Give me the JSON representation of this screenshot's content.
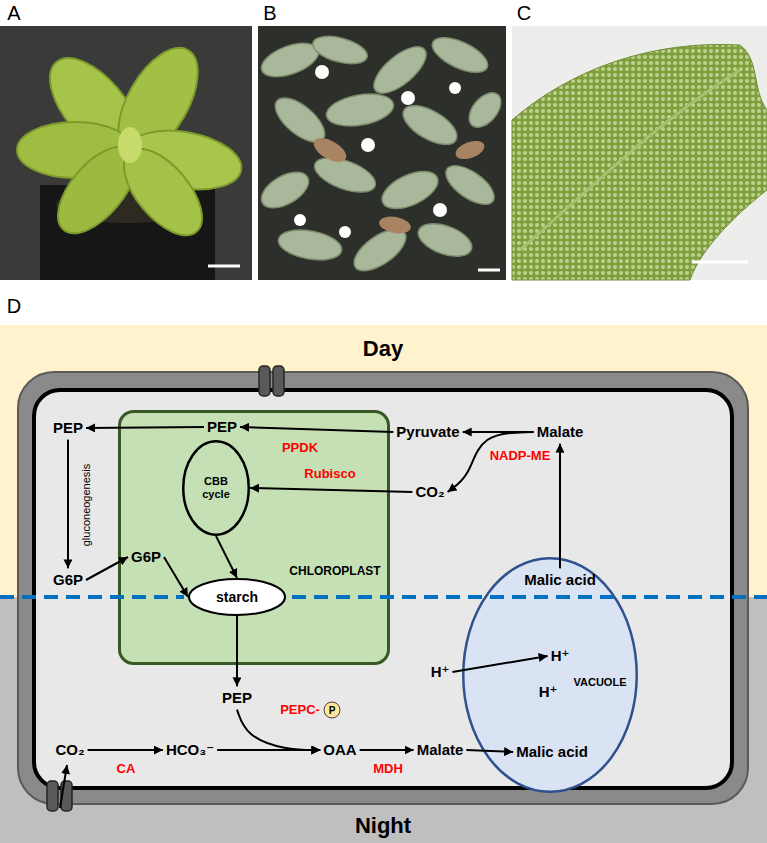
{
  "diagram": {
    "nodes": [
      {
        "text": [
          "Day"
        ]
      },
      {
        "text": [
          "Night"
        ]
      },
      {
        "text": [
          "CHLOROPLAST"
        ]
      },
      {
        "text": [
          "CBB cycle"
        ],
        "in": 2
      },
      {
        "text": [
          "starch"
        ],
        "in": 2
      },
      {
        "text": [
          "PEP"
        ],
        "in": 2
      },
      {
        "text": [
          "G6P"
        ],
        "in": 2
      },
      {
        "text": [
          "VACUOLE"
        ]
      },
      {
        "text": [
          "Malic acid"
        ],
        "in": 7
      },
      {
        "text": [
          "H⁺"
        ],
        "in": 7
      },
      {
        "text": [
          "H⁺"
        ],
        "in": 7
      },
      {
        "text": [
          "Malic acid"
        ],
        "in": 7
      },
      {
        "text": [
          "PEP"
        ],
        "in": 0
      },
      {
        "text": [
          "Pyruvate"
        ],
        "in": 0
      },
      {
        "text": [
          "Malate"
        ],
        "in": 0
      },
      {
        "text": [
          "CO₂"
        ],
        "in": 0
      },
      {
        "text": [
          "G6P"
        ],
        "in": 0
      },
      {
        "text": [
          "PEP"
        ],
        "in": 1
      },
      {
        "text": [
          "CO₂"
        ],
        "in": 1
      },
      {
        "text": [
          "HCO₃⁻"
        ],
        "in": 1
      },
      {
        "text": [
          "OAA"
        ],
        "in": 1
      },
      {
        "text": [
          "Malate"
        ],
        "in": 1
      },
      {
        "text": [
          "H⁺"
        ],
        "in": 1
      }
    ],
    "edges": [
      {
        "from": 14,
        "to": 13,
        "arrow": "to",
        "label": "NADP-ME"
      },
      {
        "from": 14,
        "to": 15,
        "arrow": "to"
      },
      {
        "from": 13,
        "to": 5,
        "arrow": "to",
        "label": "PPDK"
      },
      {
        "from": 5,
        "to": 12,
        "arrow": "to"
      },
      {
        "from": 15,
        "to": 3,
        "arrow": "to",
        "label": "Rubisco"
      },
      {
        "from": 3,
        "to": 4,
        "arrow": "to"
      },
      {
        "from": 12,
        "to": 16,
        "arrow": "to",
        "label": "gluconeogenesis"
      },
      {
        "from": 16,
        "to": 6,
        "arrow": "to"
      },
      {
        "from": 6,
        "to": 4,
        "arrow": "to"
      },
      {
        "from": 8,
        "to": 14,
        "arrow": "to"
      },
      {
        "from": 4,
        "to": 17,
        "arrow": "to"
      },
      {
        "from": 17,
        "to": 20,
        "arrow": "to",
        "label": "PEPC-"
      },
      {
        "from": 19,
        "to": 20,
        "arrow": "to"
      },
      {
        "from": 18,
        "to": 19,
        "arrow": "to",
        "label": "CA"
      },
      {
        "from": 20,
        "to": 21,
        "arrow": "to",
        "label": "MDH"
      },
      {
        "from": 21,
        "to": 11,
        "arrow": "to"
      },
      {
        "from": 22,
        "to": 9,
        "arrow": "to"
      }
    ],
    "labels": [
      "A",
      "B",
      "C",
      "D",
      "P"
    ]
  }
}
